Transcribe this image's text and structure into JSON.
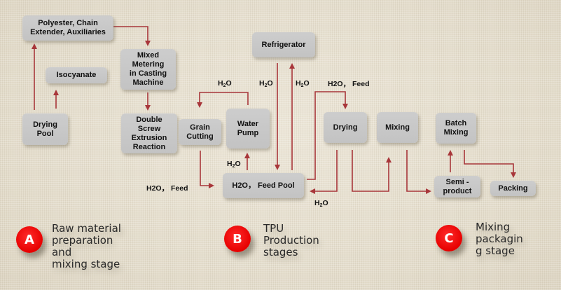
{
  "diagram": {
    "title": "TPU production process flow",
    "colors": {
      "arrow": "#a8363a",
      "box": "#c8c8c8",
      "badge": "#e60000",
      "background": "#e6dfcf"
    },
    "nodes": {
      "polyester": [
        "Polyester, Chain",
        "Extender, Auxiliaries"
      ],
      "isocyanate": [
        "Isocyanate"
      ],
      "drying_pool": [
        "Drying",
        "Pool"
      ],
      "mixed_metering": [
        "Mixed",
        "Metering",
        "in Casting",
        "Machine"
      ],
      "double_screw": [
        "Double",
        "Screw",
        "Extrusion",
        "Reaction"
      ],
      "grain_cutting": [
        "Grain",
        "Cutting"
      ],
      "water_pump": [
        "Water",
        "Pump"
      ],
      "refrigerator": [
        "Refrigerator"
      ],
      "feed_pool": [
        "H2O， Feed Pool"
      ],
      "drying": [
        "Drying"
      ],
      "mixing": [
        "Mixing"
      ],
      "batch_mixing": [
        "Batch",
        "Mixing"
      ],
      "semi_product": [
        "Semi -",
        "product"
      ],
      "packing": [
        "Packing"
      ]
    },
    "flow_labels": {
      "h2o_grain_loop": {
        "main": "H",
        "sub": "2",
        "end": "O"
      },
      "h2o_refrigerator_down": {
        "main": "H",
        "sub": "2",
        "end": "O"
      },
      "h2o_refrigerator_up": {
        "main": "H",
        "sub": "2",
        "end": "O"
      },
      "h2o_feed_to_drying": "H2O， Feed",
      "h2o_feed_input": "H2O， Feed",
      "h2o_pump_up": {
        "main": "H",
        "sub": "2",
        "end": "O"
      },
      "h2o_return": {
        "main": "H",
        "sub": "2",
        "end": "O"
      }
    },
    "edges": [
      {
        "from": "drying_pool",
        "to": "polyester"
      },
      {
        "from": "drying_pool",
        "to": "isocyanate"
      },
      {
        "from": "polyester",
        "to": "mixed_metering"
      },
      {
        "from": "mixed_metering",
        "to": "double_screw"
      },
      {
        "from": "water_pump",
        "to": "grain_cutting",
        "label": "H2O"
      },
      {
        "from": "grain_cutting",
        "to": "feed_pool"
      },
      {
        "from": "feed_pool",
        "to": "water_pump",
        "label": "H2O"
      },
      {
        "from": "refrigerator",
        "to": "feed_pool",
        "label": "H2O"
      },
      {
        "from": "feed_pool",
        "to": "refrigerator",
        "label": "H2O"
      },
      {
        "from": "feed_pool",
        "to": "drying",
        "label": "H2O, Feed"
      },
      {
        "from": "drying",
        "to": "feed_pool",
        "label": "H2O"
      },
      {
        "from": "drying",
        "to": "mixing"
      },
      {
        "from": "mixing",
        "to": "semi_product"
      },
      {
        "from": "semi_product",
        "to": "batch_mixing"
      },
      {
        "from": "batch_mixing",
        "to": "packing"
      }
    ]
  },
  "stages": [
    {
      "letter": "A",
      "lines": [
        "Raw material",
        "preparation and",
        "mixing stage"
      ]
    },
    {
      "letter": "B",
      "lines": [
        "TPU",
        "Production",
        "stages"
      ]
    },
    {
      "letter": "C",
      "lines": [
        "Mixing",
        "packagin",
        "g stage"
      ]
    }
  ]
}
